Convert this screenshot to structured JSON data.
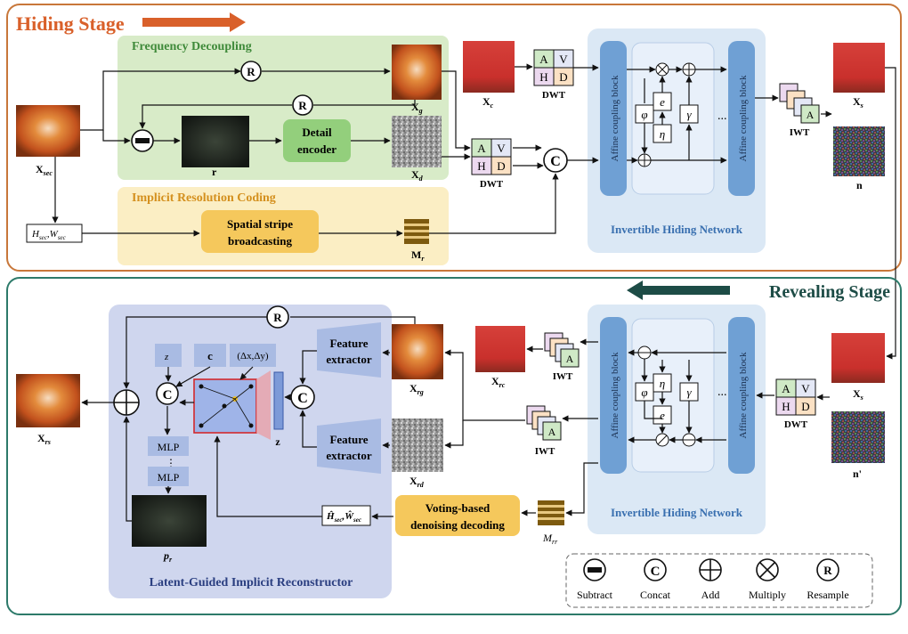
{
  "hiding": {
    "title": "Hiding Stage",
    "freq_title": "Frequency Decoupling",
    "impl_title": "Implicit Resolution Coding",
    "detail_encoder": [
      "Detail",
      "encoder"
    ],
    "spatial_stripe": [
      "Spatial stripe",
      "broadcasting"
    ],
    "affine_label": "Affine coupling block",
    "network_label": "Invertible Hiding Network",
    "dots": "...",
    "labels": {
      "x_sec": "X",
      "x_sec_sub": "sec",
      "r": "r",
      "x_g": "X",
      "x_g_sub": "g",
      "x_d": "X",
      "x_d_sub": "d",
      "x_c": "X",
      "x_c_sub": "c",
      "x_s": "X",
      "x_s_sub": "s",
      "m_r": "M",
      "m_r_sub": "r",
      "n": "n",
      "h_sec": "H",
      "w_sec": "W",
      "sec_sub": "sec"
    }
  },
  "revealing": {
    "title": "Revealing Stage",
    "feature_extractor": [
      "Feature",
      "extractor"
    ],
    "voting": [
      "Voting-based",
      "denoising decoding"
    ],
    "network_label": "Invertible Hiding Network",
    "reconstructor_label": "Latent-Guided Implicit Reconstructor",
    "mlp": "MLP",
    "c_label": "c",
    "z_label": "z",
    "delta": "(Δx,Δy)",
    "labels": {
      "x_rs": "X",
      "x_rs_sub": "rs",
      "x_rc": "X",
      "x_rc_sub": "rc",
      "x_rg": "X",
      "x_rg_sub": "rg",
      "x_rd": "X",
      "x_rd_sub": "rd",
      "x_s": "X",
      "x_s_sub": "s",
      "n_prime": "n'",
      "m_rr": "M",
      "m_rr_sub": "rr",
      "p_r": "p",
      "p_r_sub": "r",
      "h_hat": "Ĥ",
      "w_hat": "Ŵ",
      "sec_sub": "sec"
    }
  },
  "dwt_label": "DWT",
  "iwt_label": "IWT",
  "subbands": [
    "A",
    "V",
    "H",
    "D"
  ],
  "operators": {
    "resample": "R",
    "concat": "C",
    "phi": "φ",
    "eta": "η",
    "gamma": "γ",
    "exp": "e"
  },
  "legend": {
    "subtract": "Subtract",
    "concat": "Concat",
    "add": "Add",
    "multiply": "Multiply",
    "resample": "Resample"
  },
  "colors": {
    "hiding_border": "#c8773a",
    "revealing_border": "#2d7a6a",
    "freq_bg": "#d8ebc8",
    "impl_bg": "#fbeec4",
    "network_bg": "#dbe8f5",
    "affine_block": "#6fa0d4",
    "detail_encoder": "#93cf7c",
    "stripe_box": "#f5c85c",
    "arrow_orange": "#d9602a",
    "arrow_dark": "#1d4c46",
    "recon_bg": "#cfd6ee"
  }
}
